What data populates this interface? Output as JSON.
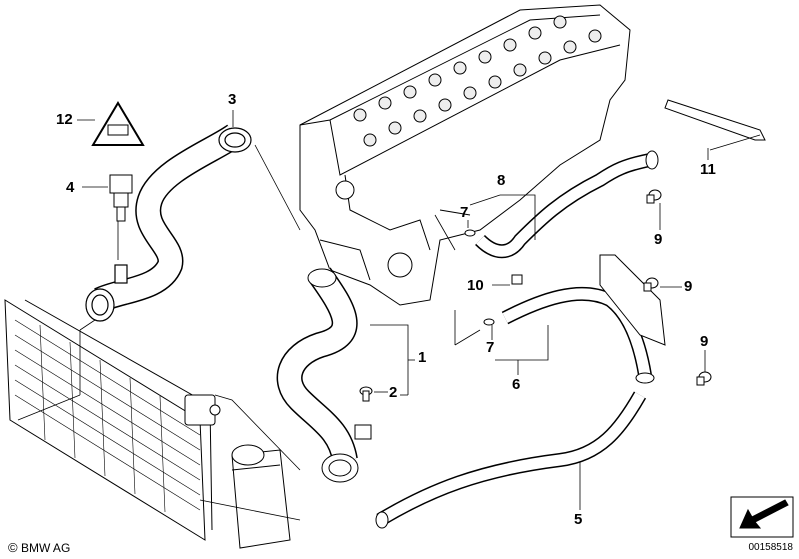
{
  "callouts": [
    {
      "id": "1",
      "text": "1"
    },
    {
      "id": "2",
      "text": "2"
    },
    {
      "id": "3",
      "text": "3"
    },
    {
      "id": "4",
      "text": "4"
    },
    {
      "id": "5",
      "text": "5"
    },
    {
      "id": "6",
      "text": "6"
    },
    {
      "id": "7a",
      "text": "7"
    },
    {
      "id": "7b",
      "text": "7"
    },
    {
      "id": "8",
      "text": "8"
    },
    {
      "id": "9a",
      "text": "9"
    },
    {
      "id": "9b",
      "text": "9"
    },
    {
      "id": "9c",
      "text": "9"
    },
    {
      "id": "10",
      "text": "10"
    },
    {
      "id": "11",
      "text": "11"
    },
    {
      "id": "12",
      "text": "12"
    }
  ],
  "footer": {
    "copyright": "BMW AG",
    "diagram_number": "00158518"
  }
}
